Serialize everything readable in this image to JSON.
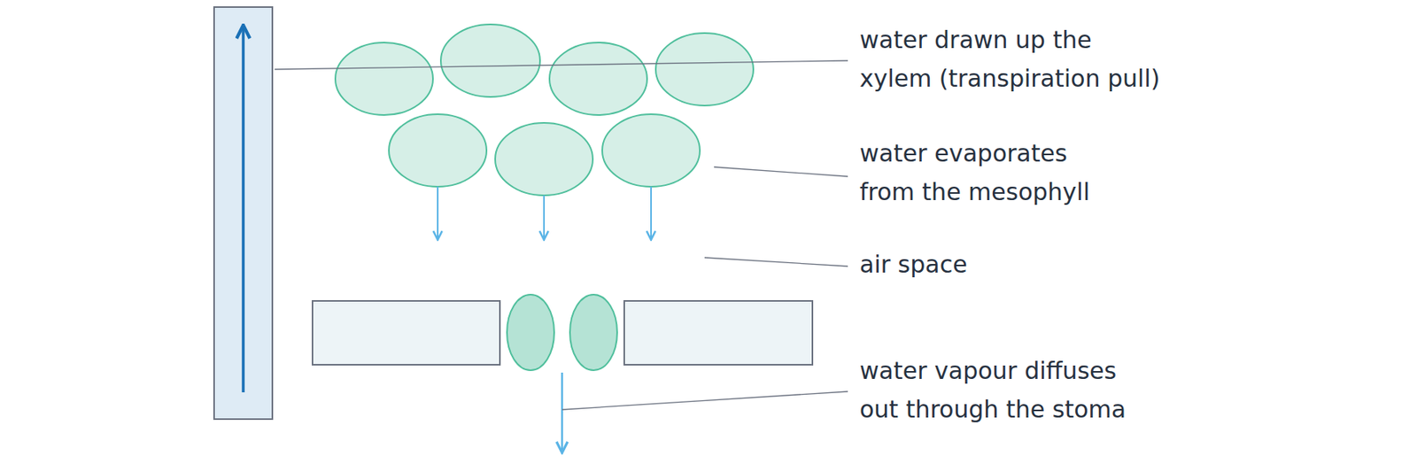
{
  "diagram": {
    "labels": [
      "water drawn up the xylem (transpiration pull)",
      "water evaporates from the mesophyll",
      "air space",
      "water vapour diffuses out through the stoma"
    ]
  }
}
